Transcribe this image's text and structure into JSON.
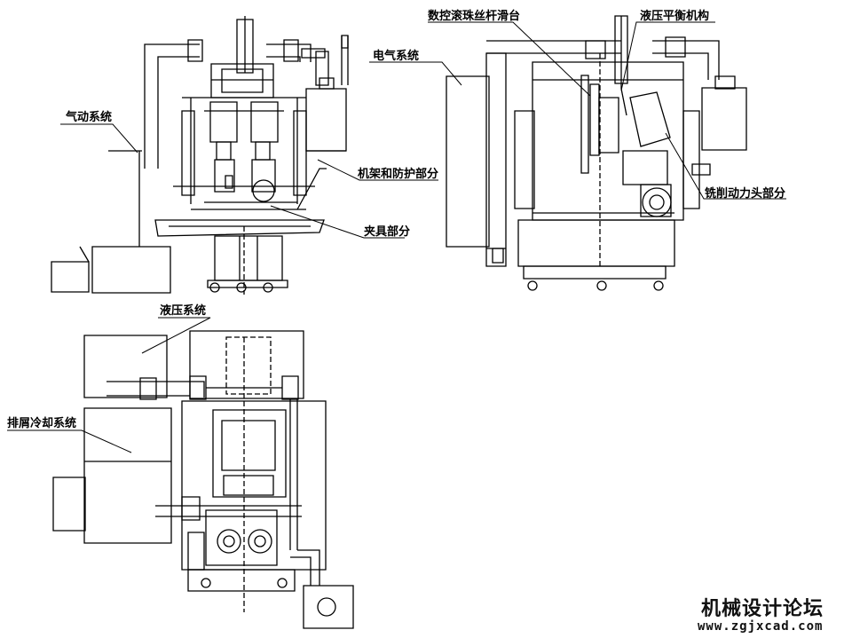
{
  "labels": {
    "pneumatic": "气动系统",
    "frame": "机架和防护部分",
    "fixture": "夹具部分",
    "electrical": "电气系统",
    "cnc_slide": "数控滚珠丝杆滑台",
    "hyd_balance": "液压平衡机构",
    "milling_head": "铣削动力头部分",
    "hydraulic": "液压系统",
    "chip_cooling": "排屑冷却系统"
  },
  "watermark": {
    "title": "机械设计论坛",
    "url": "www.zgjxcad.com"
  }
}
